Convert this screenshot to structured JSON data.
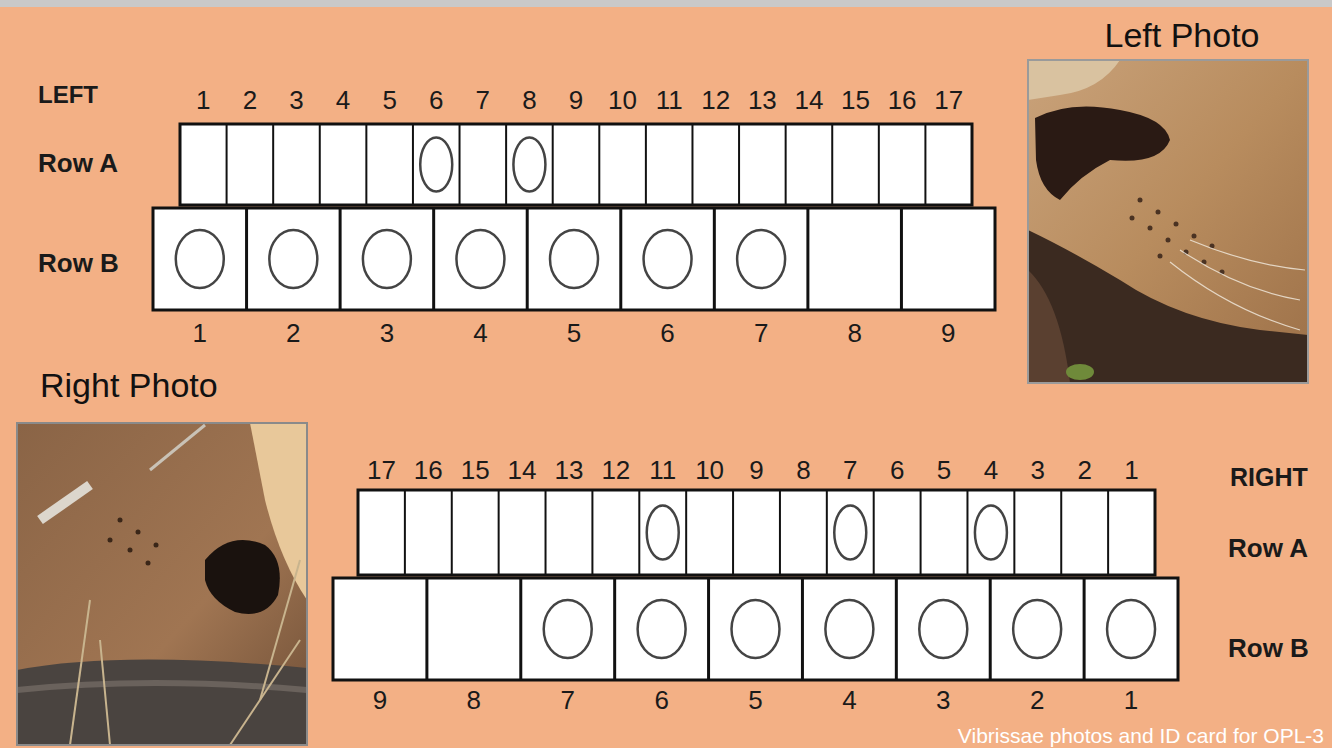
{
  "diagram": {
    "caption": "Vibrissae photos and ID card for OPL-3",
    "nodes": [
      {
        "text": [
          "Left Photo"
        ]
      },
      {
        "text": [
          "Right Photo"
        ]
      }
    ],
    "labels": [
      "LEFT",
      "1",
      "2",
      "3",
      "4",
      "5",
      "6",
      "7",
      "8",
      "9",
      "10",
      "11",
      "12",
      "13",
      "14",
      "15",
      "16",
      "17",
      "Row A",
      "Row B",
      "1",
      "2",
      "3",
      "4",
      "5",
      "6",
      "7",
      "8",
      "9",
      "17",
      "16",
      "15",
      "14",
      "13",
      "12",
      "11",
      "10",
      "9",
      "8",
      "7",
      "6",
      "5",
      "4",
      "3",
      "2",
      "1",
      "RIGHT",
      "Row A",
      "Row B",
      "9",
      "8",
      "7",
      "6",
      "5",
      "4",
      "3",
      "2",
      "1"
    ]
  }
}
